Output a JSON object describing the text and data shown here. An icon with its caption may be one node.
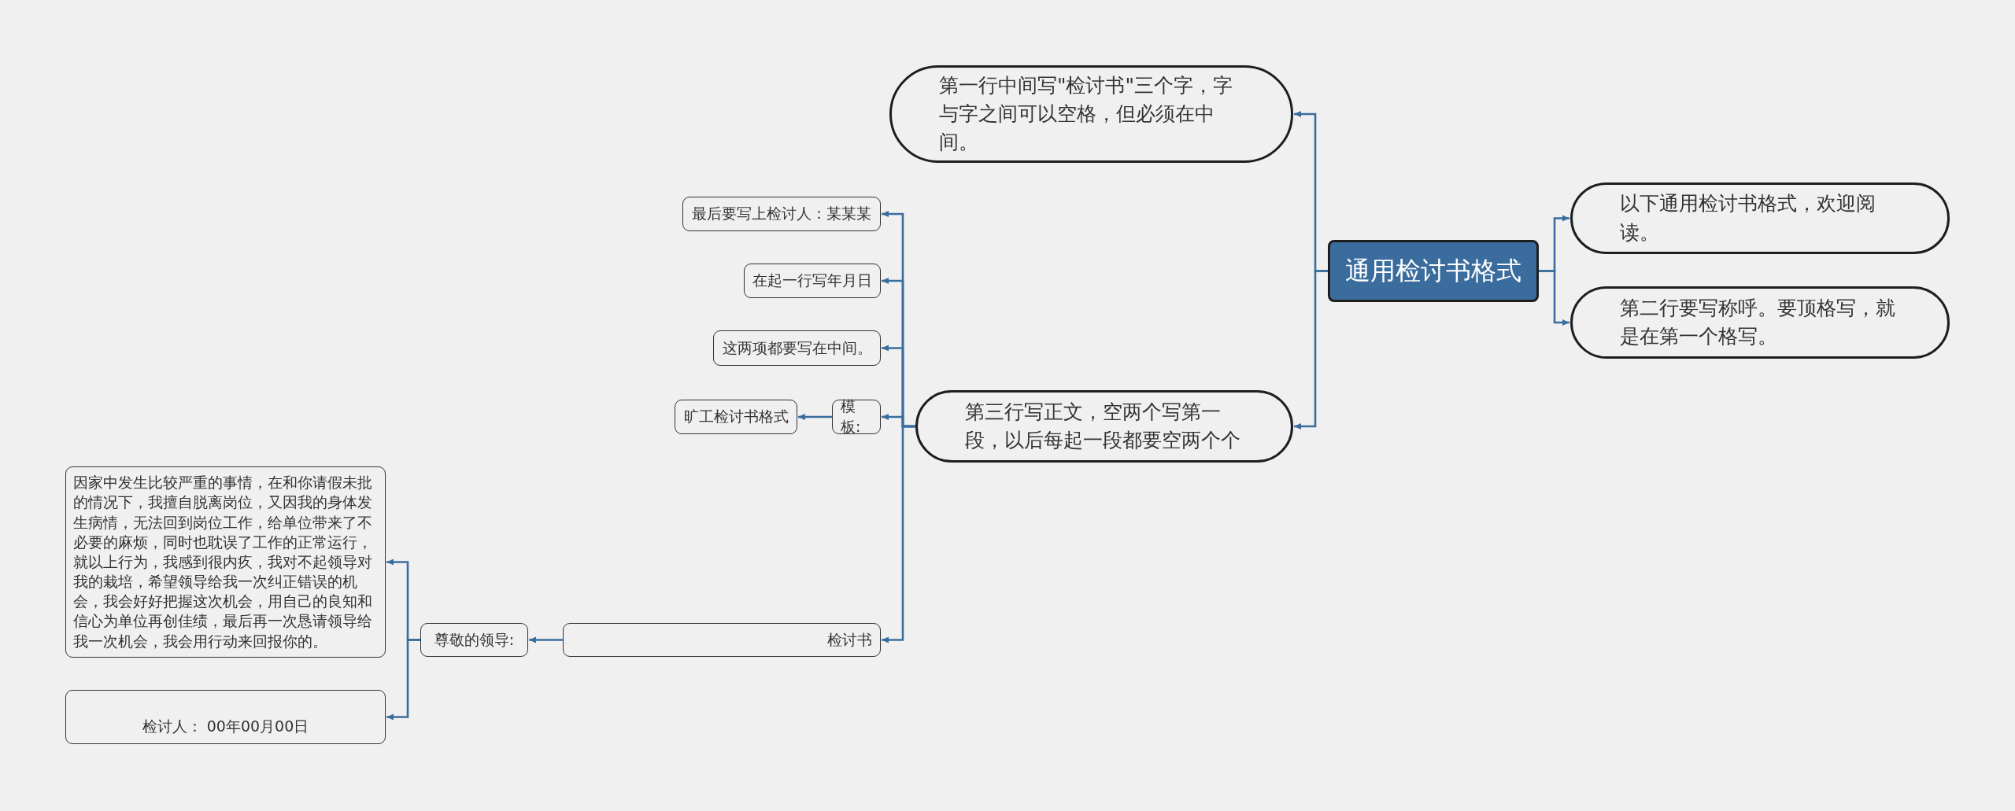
{
  "diagram": {
    "nodes": [
      {
        "text": [
          "通用检讨书格式"
        ]
      },
      {
        "text": [
          "第一行中间写\"检讨书\"三个字，字与字之间可以空格，但必须在中间。"
        ]
      },
      {
        "text": [
          "以下通用检讨书格式，欢迎阅读。"
        ]
      },
      {
        "text": [
          "第二行要写称呼。要顶格写，就是在第一个格写。"
        ]
      },
      {
        "text": [
          "第三行写正文，空两个写第一段，以后每起一段都要空两个个"
        ]
      },
      {
        "text": [
          "最后要写上检讨人：某某某"
        ]
      },
      {
        "text": [
          "在起一行写年月日"
        ]
      },
      {
        "text": [
          "这两项都要写在中间。"
        ]
      },
      {
        "text": [
          "模板:"
        ]
      },
      {
        "text": [
          "旷工检讨书格式"
        ]
      },
      {
        "text": [
          "检讨书"
        ]
      },
      {
        "text": [
          "尊敬的领导:"
        ]
      },
      {
        "text": [
          "因家中发生比较严重的事情，在和你请假未批的情况下，我擅自脱离岗位，又因我的身体发生病情，无法回到岗位工作，给单位带来了不必要的麻烦，同时也耽误了工作的正常运行，就以上行为，我感到很内疚，我对不起领导对我的栽培，希望领导给我一次纠正错误的机会，我会好好把握这次机会，用自己的良知和信心为单位再创佳绩，最后再一次恳请领导给我一次机会，我会用行动来回报你的。"
        ]
      },
      {
        "text": [
          "检讨人： 00年00月00日"
        ]
      }
    ],
    "edges": [
      {
        "from": 0,
        "to": 1,
        "arrow": "to"
      },
      {
        "from": 0,
        "to": 4,
        "arrow": "to"
      },
      {
        "from": 0,
        "to": 2,
        "arrow": "to"
      },
      {
        "from": 0,
        "to": 3,
        "arrow": "to"
      },
      {
        "from": 4,
        "to": 5,
        "arrow": "to"
      },
      {
        "from": 4,
        "to": 6,
        "arrow": "to"
      },
      {
        "from": 4,
        "to": 7,
        "arrow": "to"
      },
      {
        "from": 4,
        "to": 8,
        "arrow": "to"
      },
      {
        "from": 4,
        "to": 10,
        "arrow": "to"
      },
      {
        "from": 8,
        "to": 9,
        "arrow": "to"
      },
      {
        "from": 10,
        "to": 11,
        "arrow": "to"
      },
      {
        "from": 11,
        "to": 12,
        "arrow": "to"
      },
      {
        "from": 11,
        "to": 13,
        "arrow": "to"
      }
    ]
  }
}
